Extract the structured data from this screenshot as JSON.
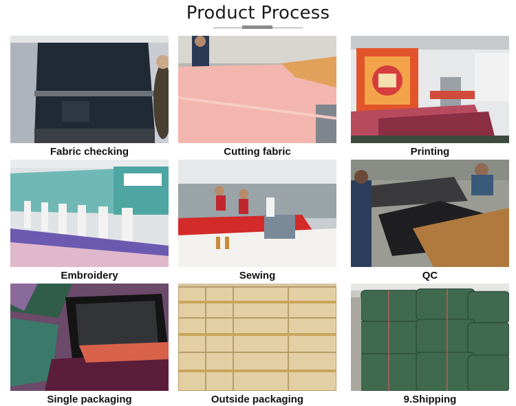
{
  "page": {
    "title": "Product Process"
  },
  "steps": [
    {
      "caption": "Fabric checking",
      "image": "fabric-inspection-machine-photo"
    },
    {
      "caption": "Cutting fabric",
      "image": "pink-fabric-cutting-table-photo"
    },
    {
      "caption": "Printing",
      "image": "scarf-printing-machine-photo"
    },
    {
      "caption": "Embroidery",
      "image": "embroidery-machine-row-photo"
    },
    {
      "caption": "Sewing",
      "image": "sewing-workshop-photo"
    },
    {
      "caption": "QC",
      "image": "quality-control-photo"
    },
    {
      "caption": "Single packaging",
      "image": "packaged-scarves-photo"
    },
    {
      "caption": "Outside packaging",
      "image": "carton-boxes-photo"
    },
    {
      "caption": "9.Shipping",
      "image": "wrapped-bales-photo"
    }
  ],
  "colors": {
    "title": "#1a1a1a",
    "caption": "#111111",
    "divider": "#8a8a8a"
  }
}
